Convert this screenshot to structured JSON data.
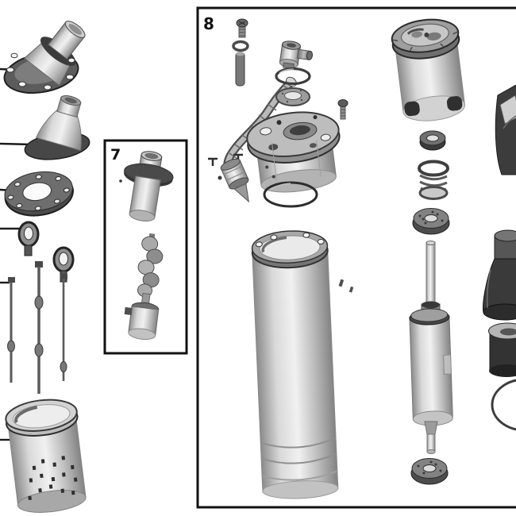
{
  "figure": {
    "type": "exploded-parts-diagram",
    "group7_label": "7",
    "group8_label": "8"
  },
  "colors": {
    "background": "#ffffff",
    "outline": "#1c1c1c",
    "box_border": "#121212",
    "part_light": "#c9c9c9",
    "part_mid": "#8f8f8f",
    "part_dark": "#3a3a3a"
  },
  "groups": [
    {
      "name": "loose-parts",
      "label": "",
      "parts": [
        "well-seal-assembly",
        "cone-bushing",
        "mounting-flange-ring",
        "eye-bolt",
        "eye-bolt",
        "tie-rod",
        "tie-rod",
        "tie-rod",
        "strainer-basket"
      ]
    },
    {
      "name": "group-7",
      "label": "7",
      "parts": [
        "coupling-adapter",
        "helical-rotor"
      ]
    },
    {
      "name": "group-8",
      "label": "8",
      "parts": [
        "vent-screw",
        "small-washer",
        "dowel-pin",
        "outlet-hose",
        "check-valve",
        "elbow-connector",
        "o-ring-medium",
        "seal-washer",
        "flange-screw",
        "discharge-head",
        "o-ring-large",
        "pump-sleeve",
        "sleeve-screws",
        "motor-canister",
        "lip-seal",
        "spring-seal",
        "bearing-upper",
        "pump-shaft",
        "rotor",
        "shaft-stub",
        "bearing-lower",
        "motor-shell-fragment",
        "end-bell",
        "bearing-housing",
        "o-ring-cutoff"
      ]
    }
  ]
}
